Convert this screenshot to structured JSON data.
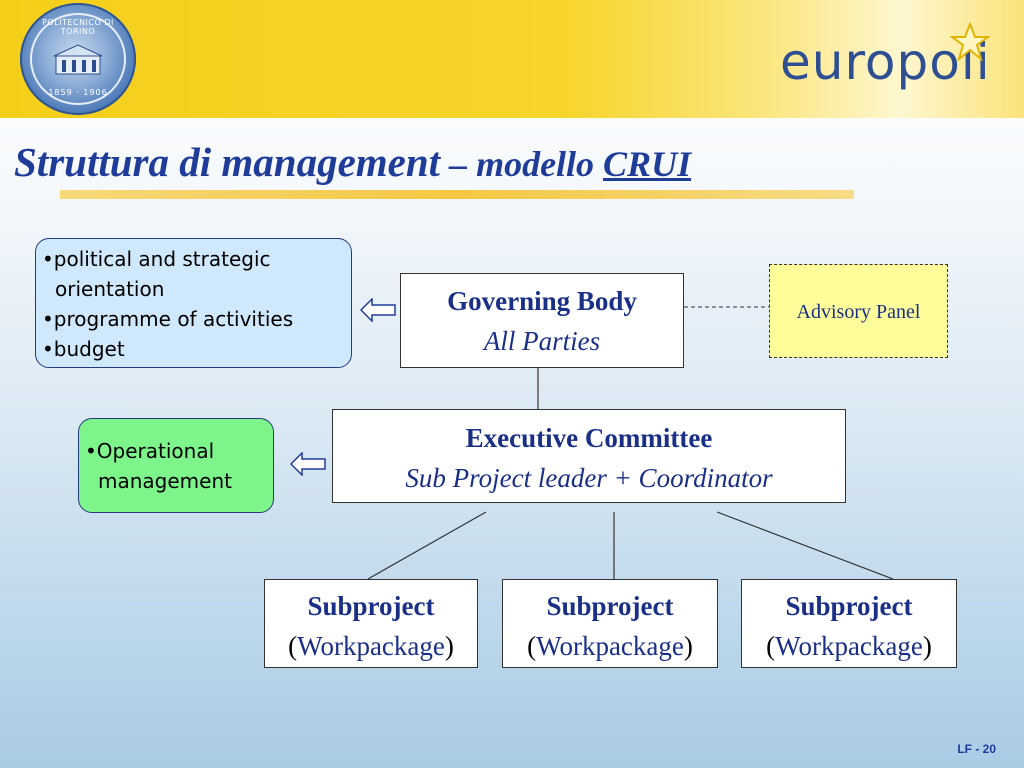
{
  "header": {
    "seal": {
      "top_text": "POLITECNICO DI TORINO",
      "bottom_text": "1859 · 1906"
    },
    "logo": {
      "text": "europoli"
    }
  },
  "title": {
    "part1": "Struttura di management",
    "part2": " – modello ",
    "part3": "CRUI"
  },
  "notes": {
    "governing_notes": {
      "items": [
        "•political and strategic",
        "orientation",
        "•programme of activities",
        "•budget"
      ]
    },
    "executive_notes": {
      "items": [
        "•Operational",
        "management"
      ]
    }
  },
  "nodes": {
    "governing_body": {
      "name": "Governing Body",
      "subtitle": "All Parties"
    },
    "advisory_panel": {
      "name": "Advisory Panel"
    },
    "executive_committee": {
      "name": "Executive Committee",
      "subtitle": "Sub Project leader + Coordinator"
    },
    "subprojects": [
      {
        "name": "Subproject",
        "paren_open": "(",
        "subtitle": "Workpackage",
        "paren_close": ")"
      },
      {
        "name": "Subproject",
        "paren_open": "(",
        "subtitle": "Workpackage",
        "paren_close": ")"
      },
      {
        "name": "Subproject",
        "paren_open": "(",
        "subtitle": "Workpackage",
        "paren_close": ")"
      }
    ]
  },
  "footer": {
    "page": "LF - 20"
  },
  "colors": {
    "title": "#1f3c99",
    "header": "#f4cf1a",
    "note_blue": "#cfe8fb",
    "note_green": "#7ef58a",
    "advisory": "#fdfd9a"
  }
}
